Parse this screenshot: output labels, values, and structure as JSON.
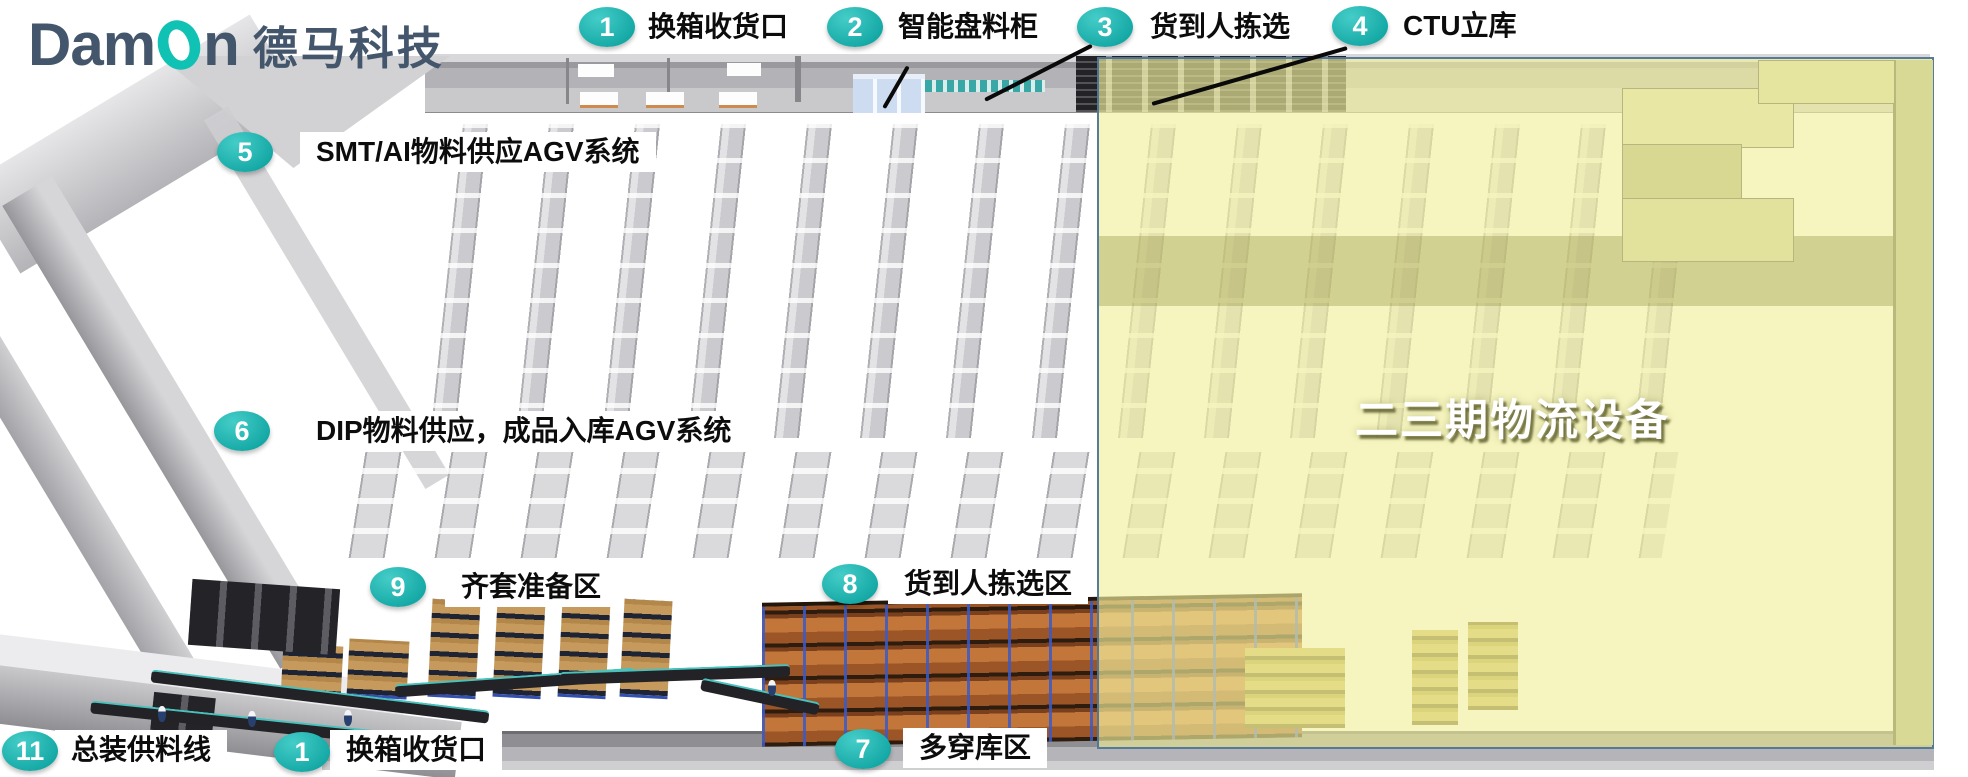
{
  "logo": {
    "latin_1": "Dam",
    "latin_2": "n",
    "cn": "德马科技"
  },
  "overlay": {
    "title": "二三期物流设备"
  },
  "callouts": {
    "top1": {
      "num": "1",
      "label": "换箱收货口"
    },
    "top2": {
      "num": "2",
      "label": "智能盘料柜"
    },
    "top3": {
      "num": "3",
      "label": "货到人拣选"
    },
    "top4": {
      "num": "4",
      "label": "CTU立库"
    },
    "smt": {
      "num": "5",
      "label": "SMT/AI物料供应AGV系统"
    },
    "dip": {
      "num": "6",
      "label": "DIP物料供应，成品入库AGV系统"
    },
    "duochuan": {
      "num": "7",
      "label": "多穿库区"
    },
    "g2p_zone": {
      "num": "8",
      "label": "货到人拣选区"
    },
    "kitting": {
      "num": "9",
      "label": "齐套准备区"
    },
    "assembly": {
      "num": "11",
      "label": "总装供料线"
    },
    "bottom1": {
      "num": "1",
      "label": "换箱收货口"
    }
  },
  "colors": {
    "accent_teal": "#18b2ae",
    "overlay_yellow": "#f2f0a0",
    "overlay_border": "#487098",
    "rack_orange": "#b4602c",
    "logo_slate": "#44566c"
  }
}
